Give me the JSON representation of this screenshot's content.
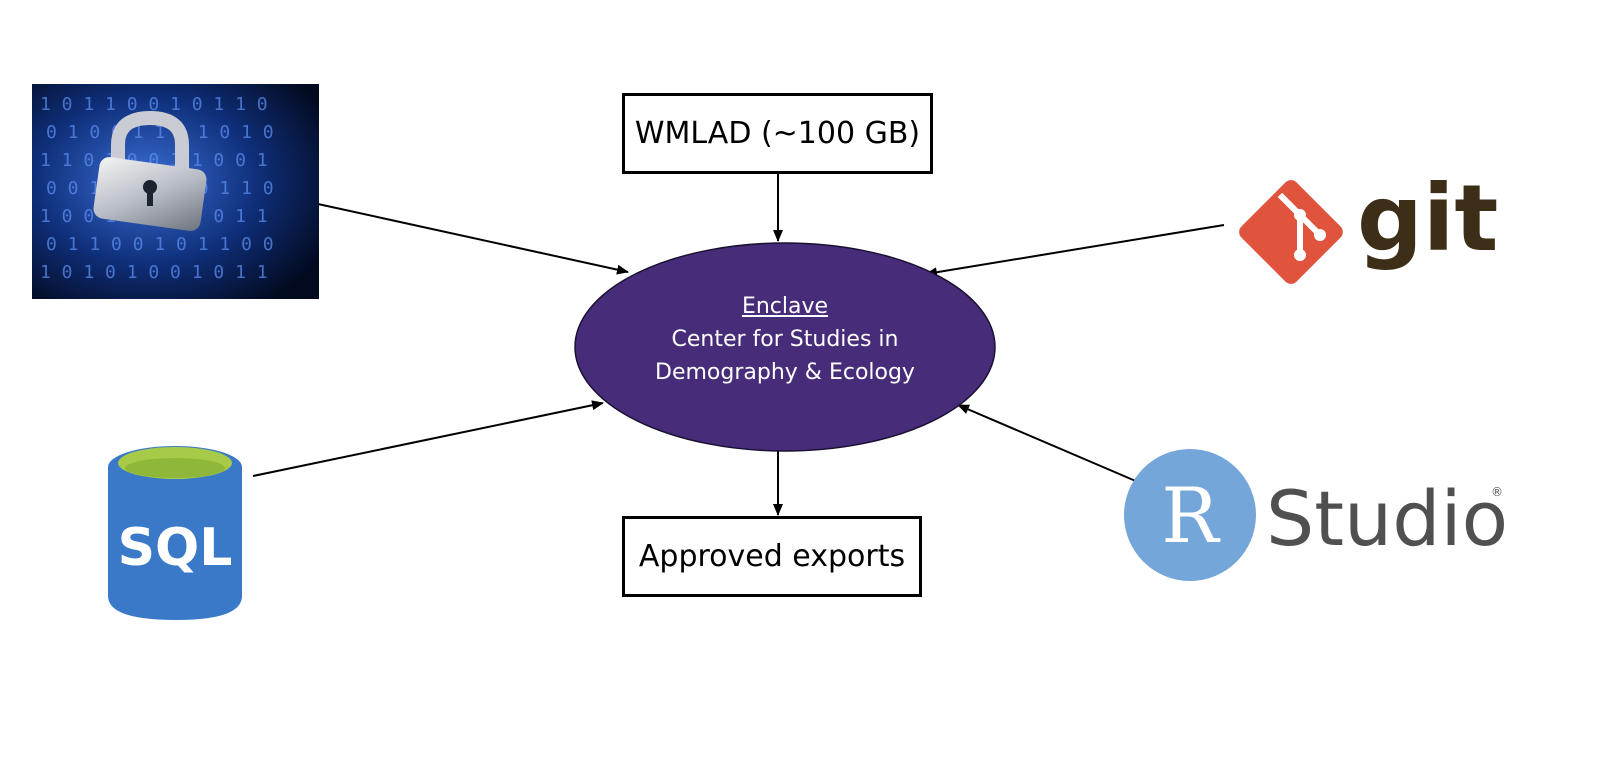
{
  "nodes": {
    "source_top": {
      "label": "WMLAD (~100 GB)"
    },
    "center": {
      "title": "Enclave",
      "lines": [
        "Center for Studies in",
        "Demography & Ecology"
      ],
      "fill": "#472c7a"
    },
    "output_bottom": {
      "label": "Approved exports"
    }
  },
  "logos": {
    "security": {
      "icon": "padlock-binary-icon"
    },
    "git": {
      "text": "git",
      "mark_color": "#e0533c",
      "text_color": "#3d2e17",
      "icon": "git-logo-icon"
    },
    "sql": {
      "text": "SQL",
      "body_color": "#3a79c8",
      "top_color": "#a7cb48",
      "icon": "sql-database-icon"
    },
    "rstudio": {
      "letter": "R",
      "text": "Studio",
      "reg": "®",
      "circle_color": "#75a6d9",
      "text_color": "#505050",
      "icon": "rstudio-logo-icon"
    }
  }
}
